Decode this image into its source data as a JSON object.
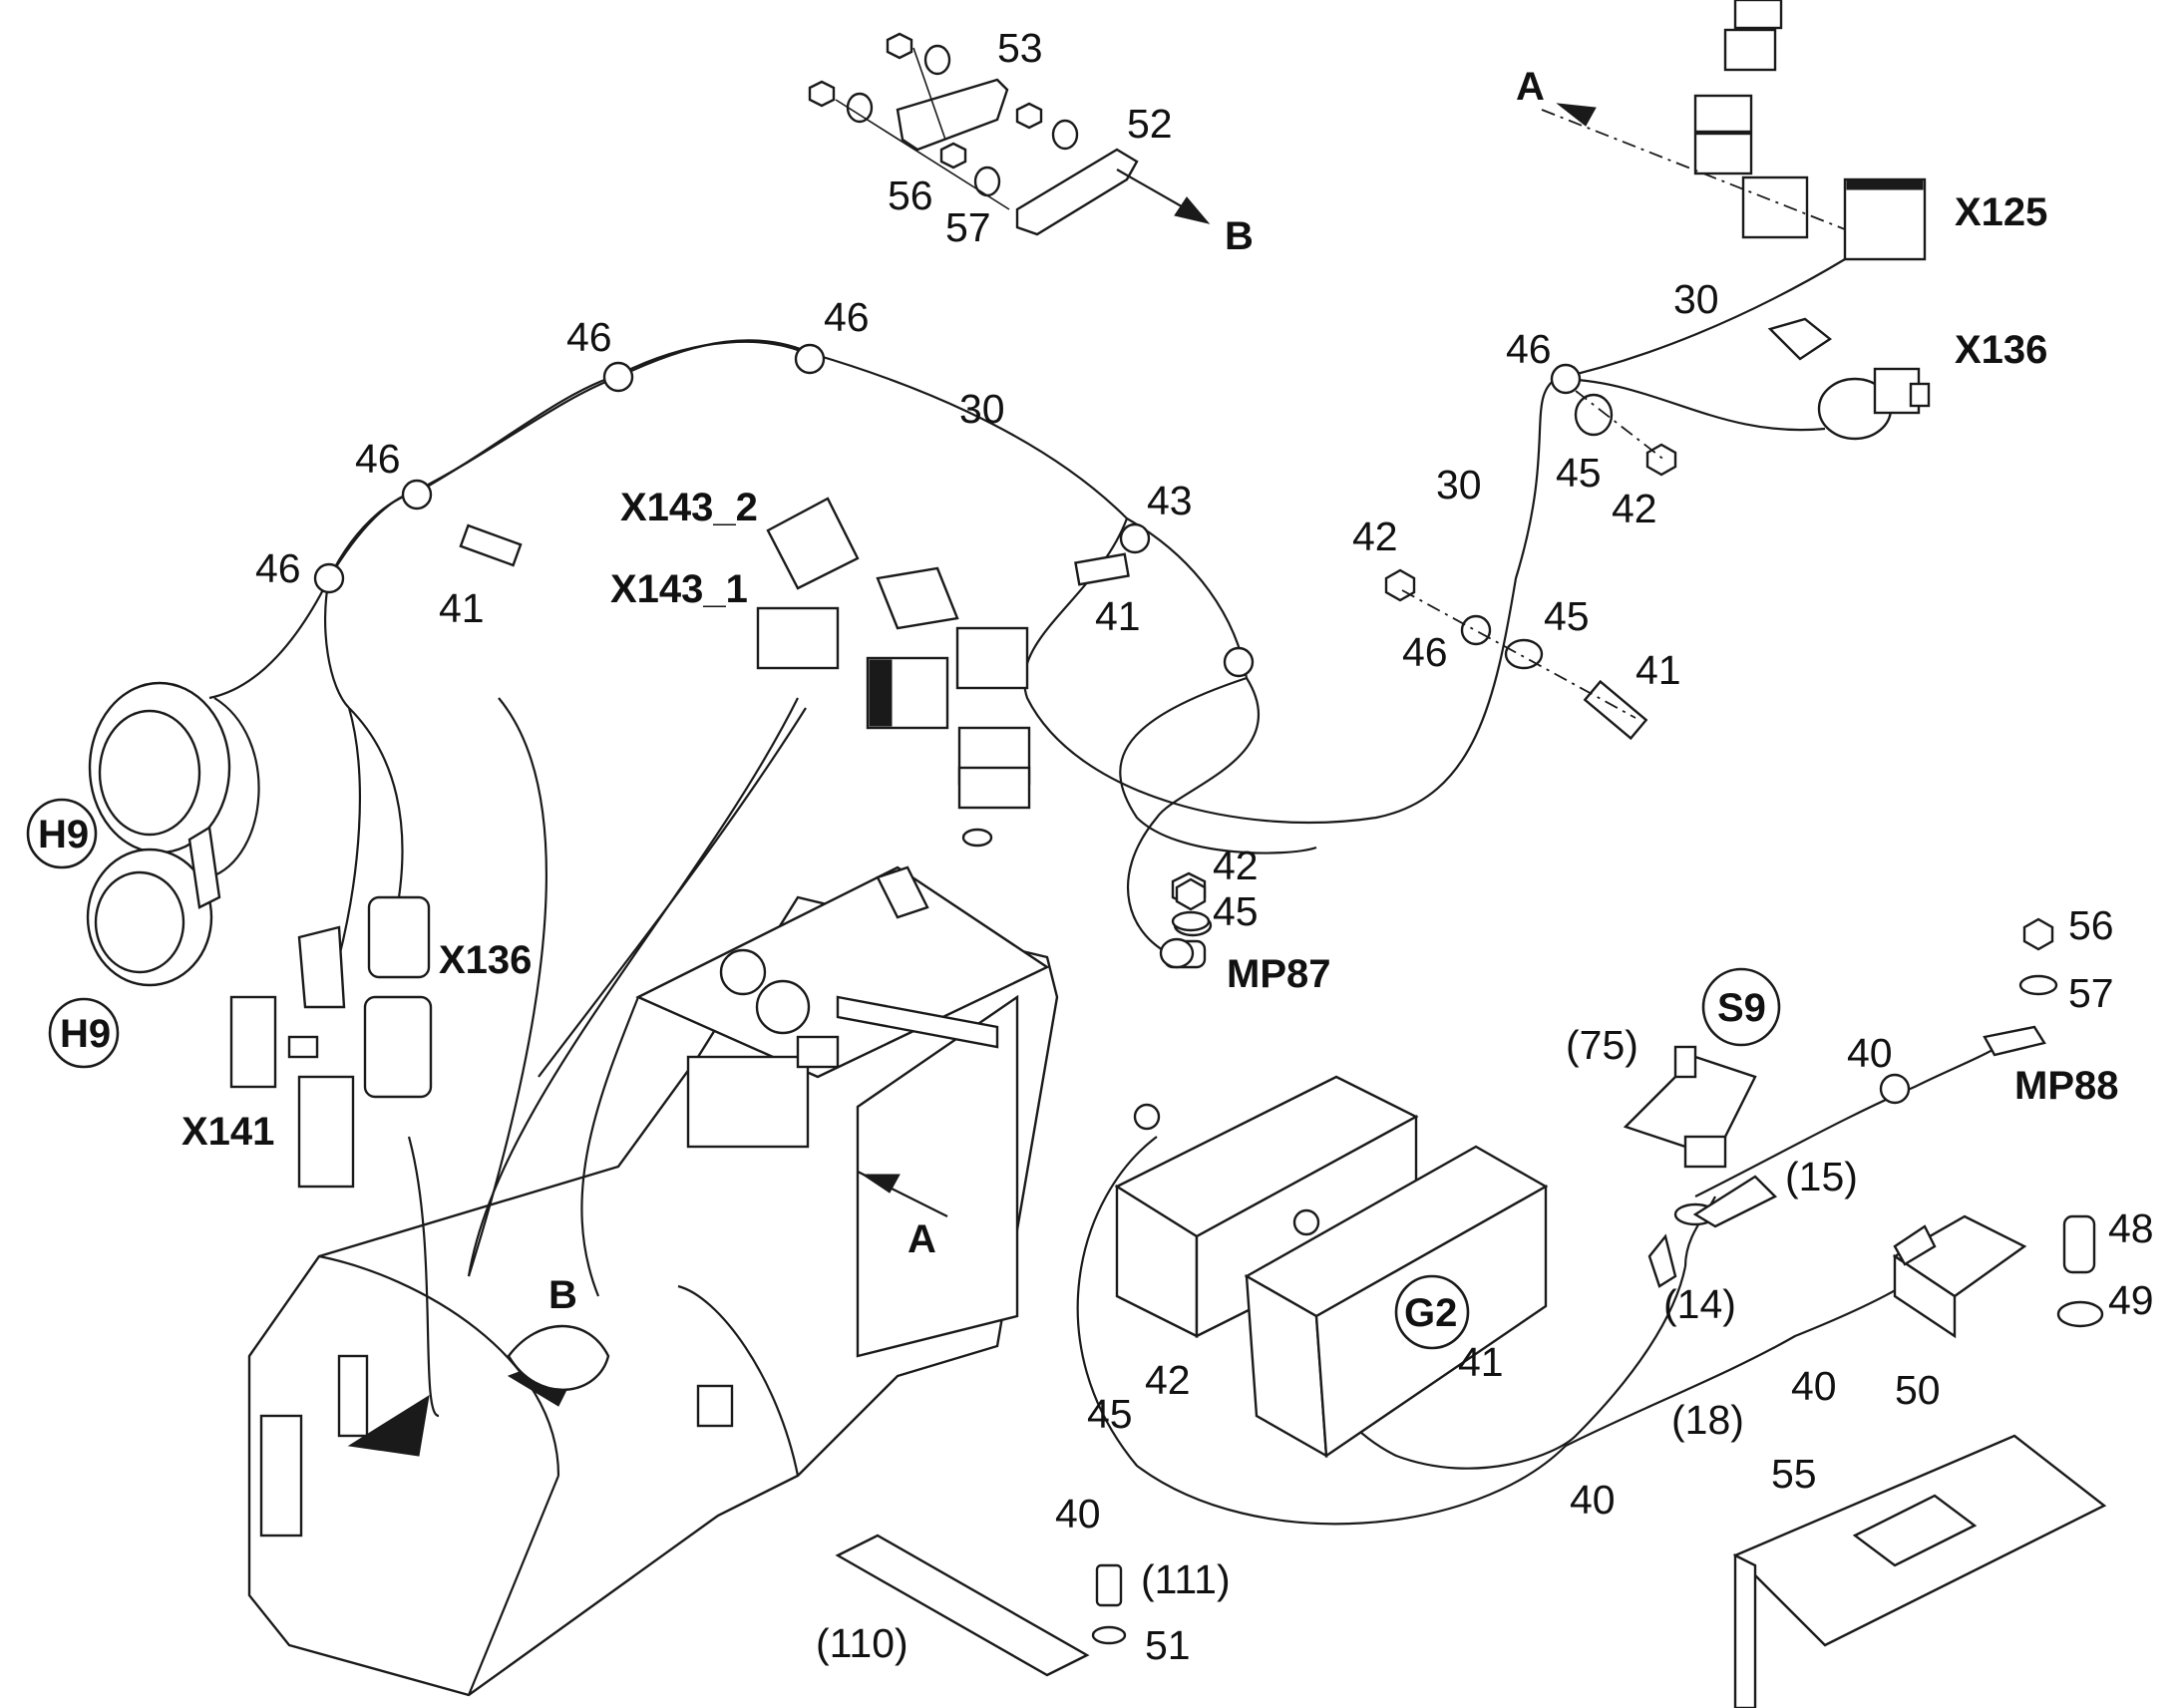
{
  "labels": {
    "p53": "53",
    "p52": "52",
    "p56_top": "56",
    "p57_top": "57",
    "arrowB_top": "B",
    "arrowA_top": "A",
    "X125": "X125",
    "X136_right": "X136",
    "p30_top_right": "30",
    "p46_right": "46",
    "p45_right": "45",
    "p42_right": "42",
    "p30_mid_right": "30",
    "p42_mid": "42",
    "p46_mid": "46",
    "p45_mid": "45",
    "p41_mid_right": "41",
    "p46_a": "46",
    "p46_b": "46",
    "p46_c": "46",
    "p46_d": "46",
    "p30_top": "30",
    "p43": "43",
    "p41_left": "41",
    "p41_center": "41",
    "X143_2": "X143_2",
    "X143_1": "X143_1",
    "H9_a": "H9",
    "H9_b": "H9",
    "X136_left": "X136",
    "X141": "X141",
    "p42_mp": "42",
    "p45_mp": "45",
    "MP87": "MP87",
    "p56_right": "56",
    "p57_right": "57",
    "MP88": "MP88",
    "S9": "S9",
    "p75": "(75)",
    "p40_top": "40",
    "p15": "(15)",
    "p14": "(14)",
    "p48": "48",
    "p49": "49",
    "p50": "50",
    "p40_right": "40",
    "p18": "(18)",
    "G2": "G2",
    "p41_battery": "41",
    "p42_bottom": "42",
    "p45_bottom": "45",
    "p40_bottom_left": "40",
    "p40_bottom_mid": "40",
    "p55": "55",
    "p111": "(111)",
    "p51": "51",
    "p110": "(110)",
    "arrowA_cab": "A",
    "arrowB_cab": "B"
  }
}
